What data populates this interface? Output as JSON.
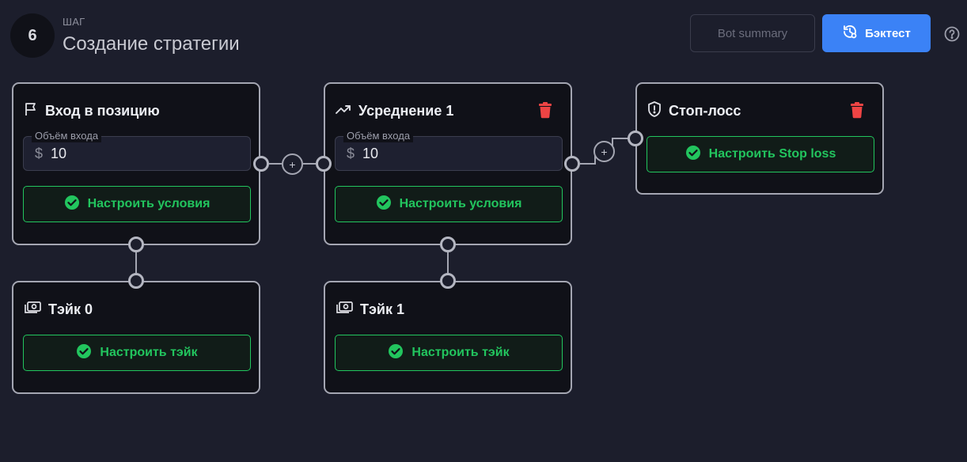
{
  "header": {
    "step_number": "6",
    "step_label": "ШАГ",
    "title": "Создание стратегии",
    "summary_label": "Bot summary",
    "backtest_label": "Бэктест"
  },
  "cards": {
    "entry": {
      "title": "Вход в позицию",
      "field_label": "Объём входа",
      "currency": "$",
      "field_value": "10",
      "configure_label": "Настроить условия"
    },
    "averaging": {
      "title": "Усреднение 1",
      "field_label": "Объём входа",
      "currency": "$",
      "field_value": "10",
      "configure_label": "Настроить условия"
    },
    "stoploss": {
      "title": "Стоп-лосс",
      "configure_label": "Настроить Stop loss"
    },
    "take0": {
      "title": "Тэйк 0",
      "configure_label": "Настроить тэйк"
    },
    "take1": {
      "title": "Тэйк 1",
      "configure_label": "Настроить тэйк"
    }
  },
  "connectors": {
    "plus_symbol": "+"
  },
  "colors": {
    "background": "#1c1e2c",
    "card_bg": "#101118",
    "accent_blue": "#3b82f6",
    "success_green": "#22c55e",
    "danger_red": "#ef4444"
  }
}
